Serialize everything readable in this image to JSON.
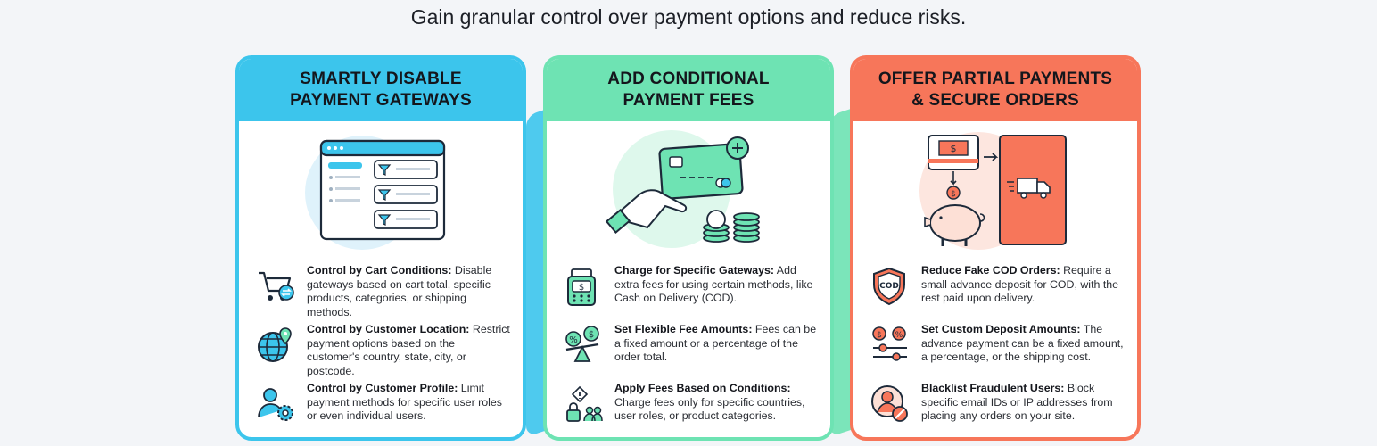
{
  "subtitle": "Gain granular control over payment options and reduce risks.",
  "colors": {
    "blue": "#3cc5ec",
    "green": "#6ee3b3",
    "orange": "#f7765a"
  },
  "cards": [
    {
      "title_line1": "SMARTLY DISABLE",
      "title_line2": "PAYMENT GATEWAYS",
      "illustration": "browser-filter-icon",
      "features": [
        {
          "icon": "cart-exchange-icon",
          "title": "Control by Cart Conditions:",
          "text": " Disable gateways based on cart total, specific products, categories, or shipping methods."
        },
        {
          "icon": "globe-location-icon",
          "title": "Control by Customer Location:",
          "text": " Restrict payment options based on the customer's country, state, city, or postcode."
        },
        {
          "icon": "user-gear-icon",
          "title": "Control by Customer Profile:",
          "text": " Limit payment methods for specific user roles or even individual users."
        }
      ]
    },
    {
      "title_line1": "ADD CONDITIONAL",
      "title_line2": "PAYMENT FEES",
      "illustration": "hand-card-coins-icon",
      "features": [
        {
          "icon": "pos-terminal-icon",
          "title": "Charge for Specific Gateways:",
          "text": " Add extra fees for using certain methods, like Cash on Delivery (COD)."
        },
        {
          "icon": "balance-percent-dollar-icon",
          "title": "Set Flexible Fee Amounts:",
          "text": " Fees can be a fixed amount or a percentage of the order total."
        },
        {
          "icon": "lock-people-warning-icon",
          "title": "Apply Fees Based on Conditions:",
          "text": " Charge fees only for specific countries, user roles, or product categories."
        }
      ]
    },
    {
      "title_line1": "OFFER PARTIAL PAYMENTS",
      "title_line2": "& SECURE ORDERS",
      "illustration": "piggy-bank-truck-icon",
      "features": [
        {
          "icon": "cod-shield-icon",
          "title": "Reduce Fake COD Orders:",
          "text": " Require a small advance deposit for COD, with the rest paid upon delivery."
        },
        {
          "icon": "deposit-sliders-icon",
          "title": "Set Custom Deposit Amounts:",
          "text": " The advance payment can be a fixed amount, a percentage, or the shipping cost."
        },
        {
          "icon": "blocked-user-icon",
          "title": "Blacklist Fraudulent Users:",
          "text": " Block specific email IDs or IP addresses from placing any orders on your site."
        }
      ]
    }
  ]
}
